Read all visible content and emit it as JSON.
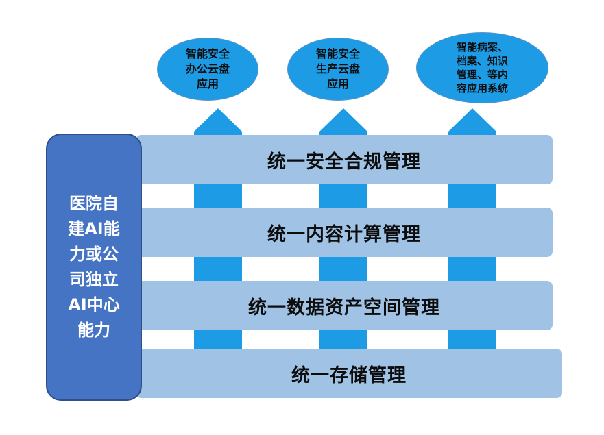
{
  "colors": {
    "layer_fill": "#9fc2e5",
    "pillar_fill": "#1d9be4",
    "cloud_fill": "#1d9be4",
    "side_box_fill": "#4674c4"
  },
  "applications": [
    {
      "label": "智能安全\n办公云盘\n应用"
    },
    {
      "label": "智能安全\n生产云盘\n应用"
    },
    {
      "label": "智能病案、\n档案、知识\n管理、等内\n容应用系统"
    }
  ],
  "side_box": {
    "label": "医院自\n建AI能\n力或公\n司独立\nAI中心\n能力"
  },
  "layers": [
    {
      "label": "统一安全合规管理"
    },
    {
      "label": "统一内容计算管理"
    },
    {
      "label": "统一数据资产空间管理"
    },
    {
      "label": "统一存储管理"
    }
  ]
}
